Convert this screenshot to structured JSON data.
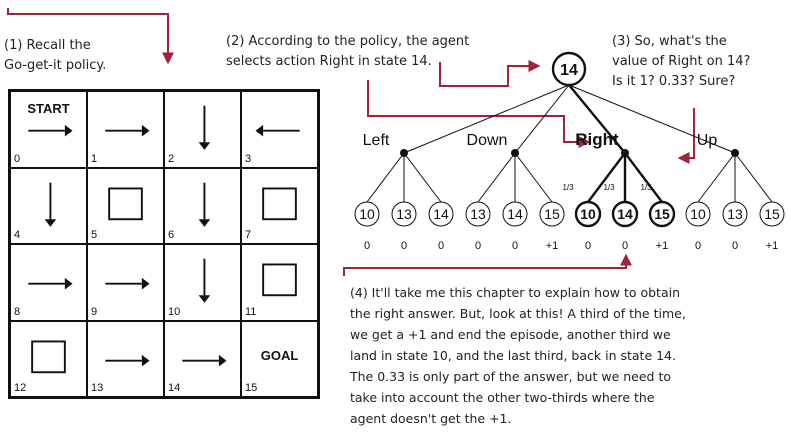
{
  "notes": {
    "note1": [
      "(1) Recall the",
      "Go-get-it policy."
    ],
    "note2": [
      "(2) According to the policy, the agent",
      "selects action Right in state 14."
    ],
    "note3": [
      "(3) So, what's the",
      "value of Right on 14?",
      "Is it 1? 0.33? Sure?"
    ],
    "note4": [
      "(4) It'll take me this chapter to explain how to obtain",
      "the right answer. But, look at this! A third of the time,",
      "we get a +1 and end the episode, another third we",
      "land in state 10, and the last third, back in state 14.",
      "The 0.33 is only part of the answer, but we need to",
      "take into account the other two-thirds where the",
      "agent doesn't get the +1."
    ]
  },
  "grid": {
    "cells": [
      {
        "num": "0",
        "label": "START",
        "icon": "arrow-right-icon"
      },
      {
        "num": "1",
        "label": "",
        "icon": "arrow-right-icon"
      },
      {
        "num": "2",
        "label": "",
        "icon": "arrow-down-icon"
      },
      {
        "num": "3",
        "label": "",
        "icon": "arrow-left-icon"
      },
      {
        "num": "4",
        "label": "",
        "icon": "arrow-down-icon"
      },
      {
        "num": "5",
        "label": "",
        "icon": "hole-square-icon"
      },
      {
        "num": "6",
        "label": "",
        "icon": "arrow-down-icon"
      },
      {
        "num": "7",
        "label": "",
        "icon": "hole-square-icon"
      },
      {
        "num": "8",
        "label": "",
        "icon": "arrow-right-icon"
      },
      {
        "num": "9",
        "label": "",
        "icon": "arrow-right-icon"
      },
      {
        "num": "10",
        "label": "",
        "icon": "arrow-down-icon"
      },
      {
        "num": "11",
        "label": "",
        "icon": "hole-square-icon"
      },
      {
        "num": "12",
        "label": "",
        "icon": "hole-square-icon"
      },
      {
        "num": "13",
        "label": "",
        "icon": "arrow-right-icon"
      },
      {
        "num": "14",
        "label": "",
        "icon": "arrow-right-icon"
      },
      {
        "num": "15",
        "label": "GOAL",
        "icon": "none"
      }
    ]
  },
  "tree": {
    "root": "14",
    "actions": [
      {
        "name": "Left",
        "bold": false,
        "children": [
          {
            "state": "10",
            "reward": "0"
          },
          {
            "state": "13",
            "reward": "0"
          },
          {
            "state": "14",
            "reward": "0"
          }
        ]
      },
      {
        "name": "Down",
        "bold": false,
        "children": [
          {
            "state": "13",
            "reward": "0"
          },
          {
            "state": "14",
            "reward": "0"
          },
          {
            "state": "15",
            "reward": "+1"
          }
        ]
      },
      {
        "name": "Right",
        "bold": true,
        "children": [
          {
            "state": "10",
            "reward": "0"
          },
          {
            "state": "14",
            "reward": "0"
          },
          {
            "state": "15",
            "reward": "+1"
          }
        ]
      },
      {
        "name": "Up",
        "bold": false,
        "children": [
          {
            "state": "10",
            "reward": "0"
          },
          {
            "state": "13",
            "reward": "0"
          },
          {
            "state": "15",
            "reward": "+1"
          }
        ]
      }
    ],
    "prob_label": "1/3"
  },
  "colors": {
    "accent": "#a2223a",
    "ink": "#111111"
  }
}
